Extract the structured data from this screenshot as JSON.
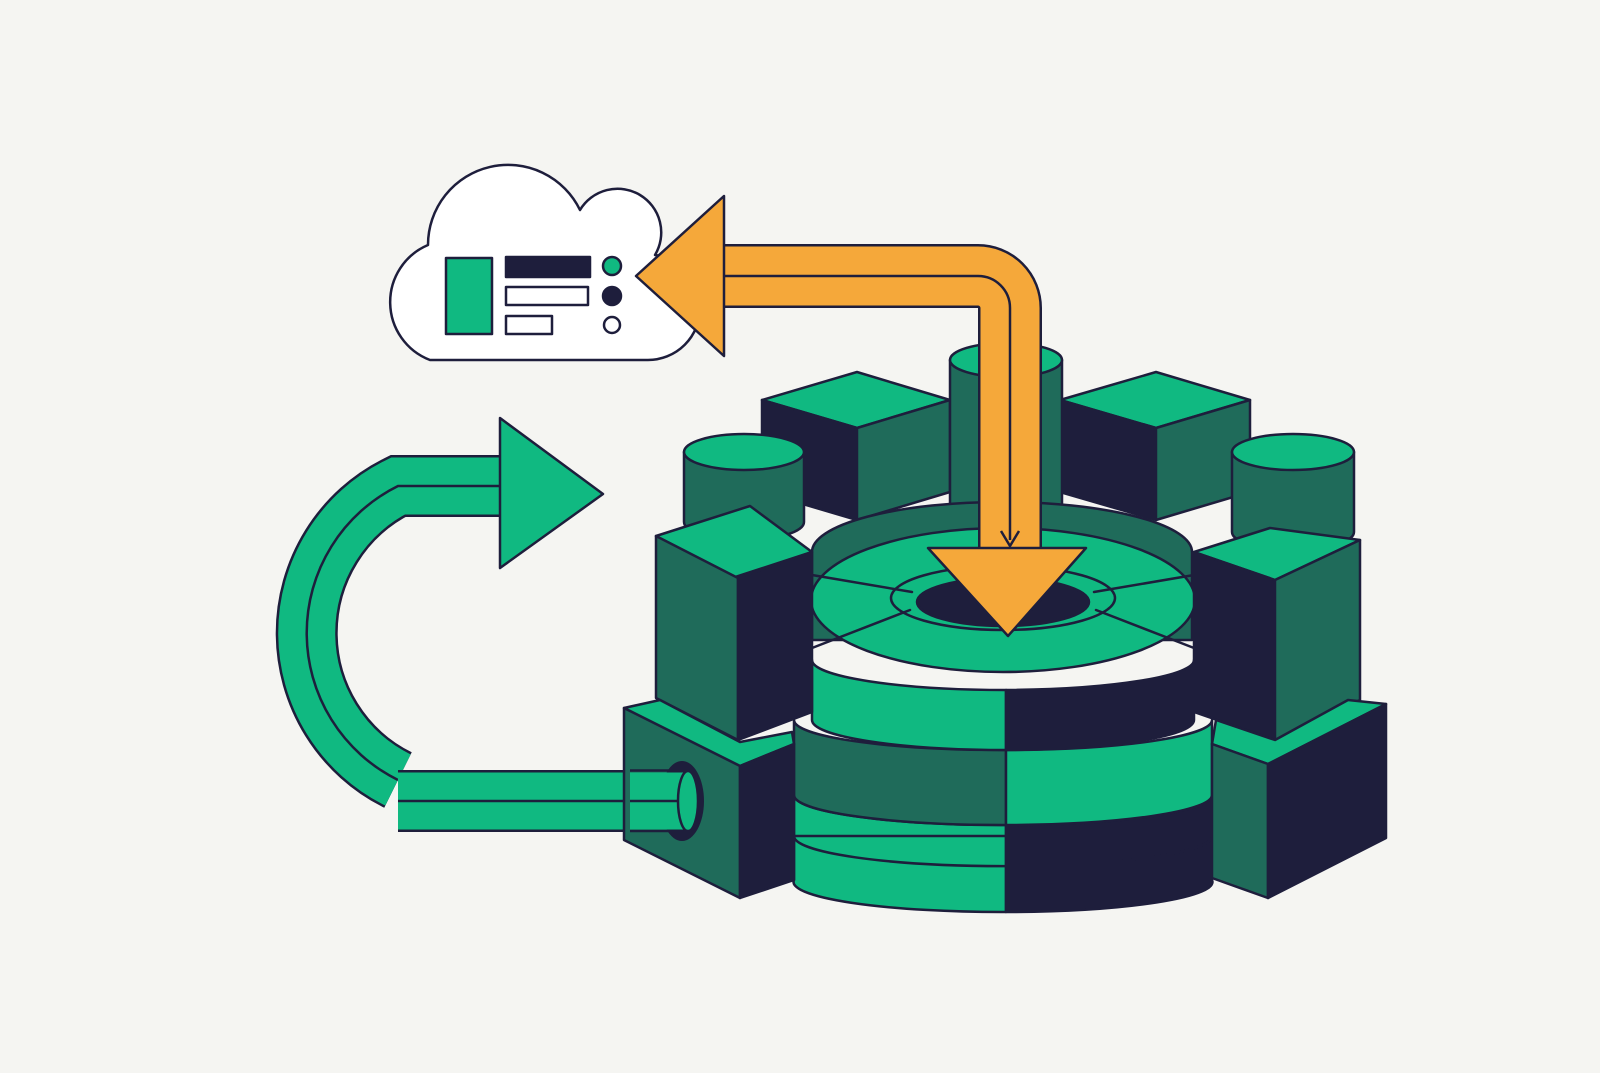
{
  "colors": {
    "background": "#f5f5f2",
    "outline": "#1e1e3c",
    "green_light": "#10b981",
    "green_dark": "#1f6b5a",
    "navy": "#1e1e3c",
    "orange": "#f5a83a",
    "white": "#ffffff"
  },
  "icons": {
    "cloud": "cloud-icon",
    "cloud_panel": "ui-panel-icon",
    "hub": "isometric-server-hub",
    "return_arrow": "orange-l-arrow",
    "loop_arrow": "green-u-arrow"
  },
  "cloud_panel": {
    "status_dots": [
      "filled-green",
      "filled-navy",
      "outline"
    ],
    "bars": [
      "filled-navy",
      "outline-long",
      "outline-short"
    ]
  }
}
